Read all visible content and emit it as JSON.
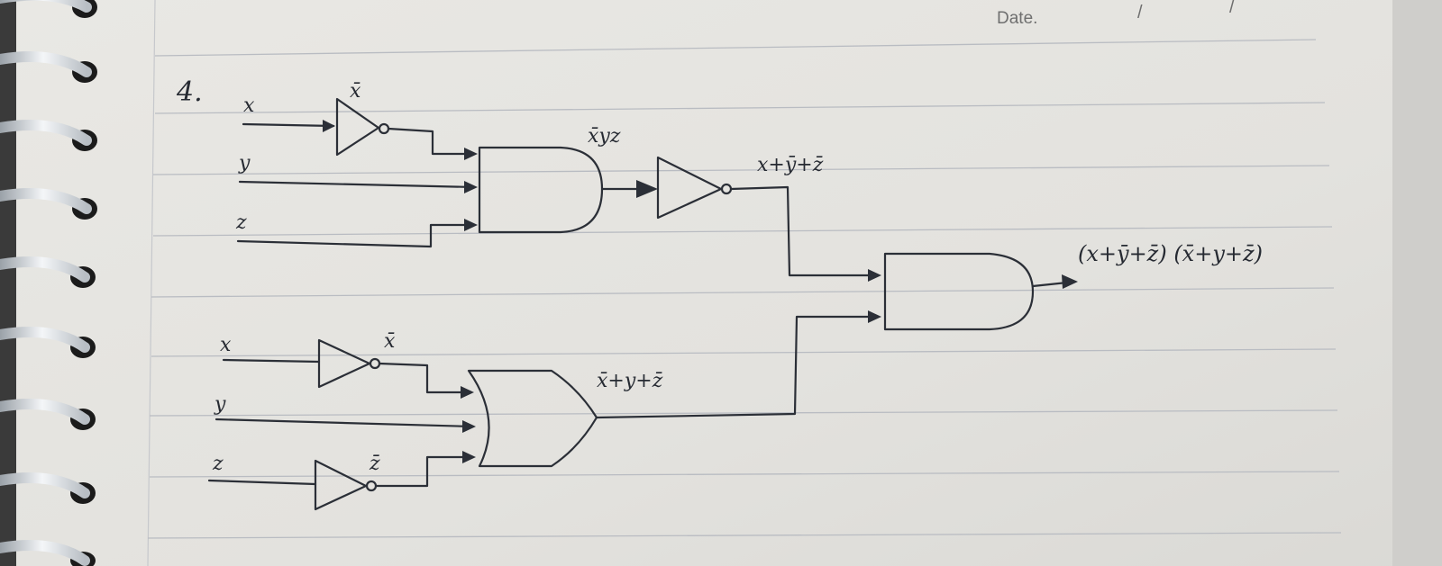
{
  "header": {
    "date_label": "Date.",
    "date_separators": [
      "/",
      "/"
    ]
  },
  "problem": {
    "number": "4."
  },
  "circuit_top": {
    "inputs": [
      "x",
      "y",
      "z"
    ],
    "not_x_label": "x̄",
    "and_output_label": "x̄yz",
    "nand_output_label": "x+ȳ+z̄"
  },
  "circuit_bottom": {
    "inputs": [
      "x",
      "y",
      "z"
    ],
    "not_x_label": "x̄",
    "not_z_label": "z̄",
    "or_output_label": "x̄+y+z̄"
  },
  "final_output": {
    "label": "(x+ȳ+z̄) (x̄+y+z̄)"
  },
  "colors": {
    "ink": "#2b2f37",
    "paper": "#e7e6e2",
    "rule": "#b9bcc2",
    "ring": "#eef1f4"
  }
}
